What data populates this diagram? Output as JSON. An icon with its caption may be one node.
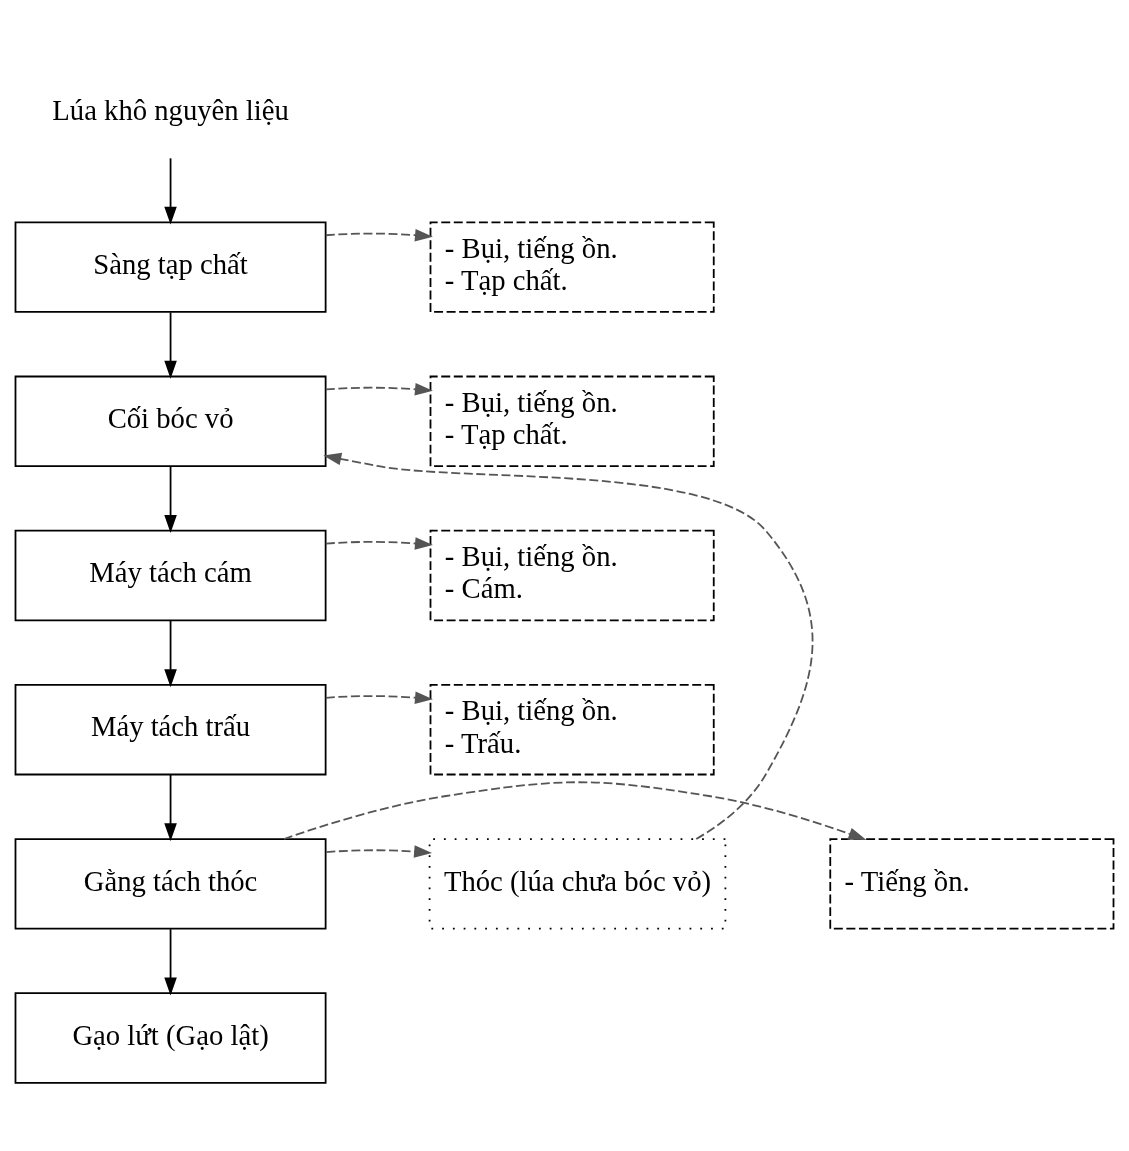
{
  "diagram": {
    "nodes": [
      {
        "text": [
          "Lúa khô nguyên liệu"
        ]
      },
      {
        "text": [
          "Sàng tạp chất"
        ]
      },
      {
        "text": [
          "Cối bóc vỏ"
        ]
      },
      {
        "text": [
          "Máy tách cám"
        ]
      },
      {
        "text": [
          "Máy tách trấu"
        ]
      },
      {
        "text": [
          "Gằng tách thóc"
        ]
      },
      {
        "text": [
          "Gạo lứt (Gạo lật)"
        ]
      },
      {
        "text": [
          "- Bụi, tiếng ồn.",
          "- Tạp chất."
        ]
      },
      {
        "text": [
          "- Bụi, tiếng ồn.",
          "- Tạp chất."
        ]
      },
      {
        "text": [
          "- Bụi, tiếng ồn.",
          "- Cám."
        ]
      },
      {
        "text": [
          "- Bụi, tiếng ồn.",
          "- Trấu."
        ]
      },
      {
        "text": [
          "- Tiếng ồn."
        ]
      },
      {
        "text": [
          "Thóc (lúa chưa bóc vỏ)"
        ]
      }
    ],
    "edges": [
      {
        "from": 0,
        "to": 1,
        "arrow": "to"
      },
      {
        "from": 1,
        "to": 2,
        "arrow": "to"
      },
      {
        "from": 2,
        "to": 3,
        "arrow": "to"
      },
      {
        "from": 3,
        "to": 4,
        "arrow": "to"
      },
      {
        "from": 4,
        "to": 5,
        "arrow": "to"
      },
      {
        "from": 5,
        "to": 6,
        "arrow": "to"
      },
      {
        "from": 1,
        "to": 7,
        "arrow": "to",
        "style": "dashed",
        "color": "#555555"
      },
      {
        "from": 2,
        "to": 8,
        "arrow": "to",
        "style": "dashed",
        "color": "#555555"
      },
      {
        "from": 3,
        "to": 9,
        "arrow": "to",
        "style": "dashed",
        "color": "#555555"
      },
      {
        "from": 4,
        "to": 10,
        "arrow": "to",
        "style": "dashed",
        "color": "#555555"
      },
      {
        "from": 5,
        "to": 11,
        "arrow": "to",
        "style": "dashed",
        "color": "#555555"
      },
      {
        "from": 5,
        "to": 12,
        "arrow": "to",
        "style": "dashed",
        "color": "#555555"
      },
      {
        "from": 12,
        "to": 2,
        "arrow": "to",
        "style": "dashed",
        "color": "#555555"
      }
    ]
  }
}
